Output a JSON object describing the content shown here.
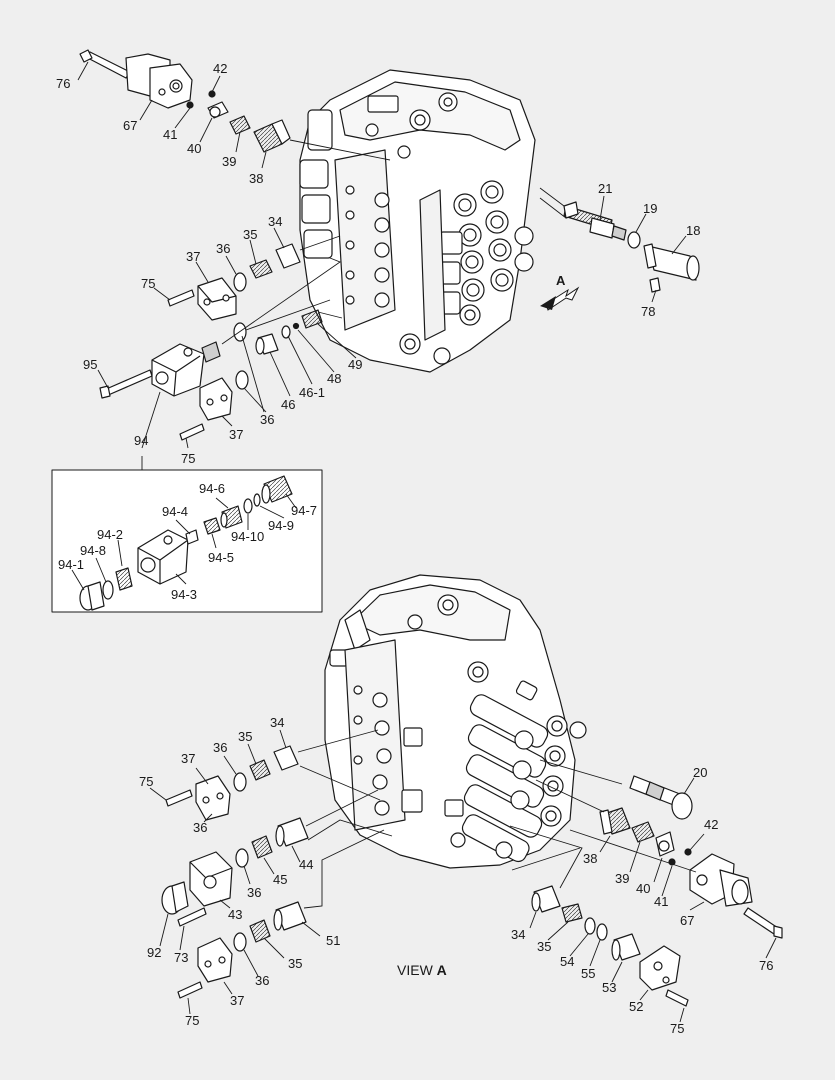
{
  "view_caption": {
    "text": "VIEW",
    "letter": "A"
  },
  "arrow_letter": "A",
  "colors": {
    "background": "#efefef",
    "line": "#1a1a1a",
    "part_fill": "#ffffff",
    "part_shade": "#cfcfcf"
  },
  "labels": {
    "l76a": "76",
    "l42a": "42",
    "l67a": "67",
    "l41a": "41",
    "l40a": "40",
    "l39a": "39",
    "l38a": "38",
    "l21": "21",
    "l19": "19",
    "l18": "18",
    "l78": "78",
    "l34a": "34",
    "l35a": "35",
    "l36a": "36",
    "l37a": "37",
    "l75a": "75",
    "l95": "95",
    "l49": "49",
    "l48": "48",
    "l461": "46-1",
    "l46": "46",
    "l36b": "36",
    "l94": "94",
    "l37b": "37",
    "l75b": "75",
    "l946": "94-6",
    "l947": "94-7",
    "l944": "94-4",
    "l942": "94-2",
    "l948": "94-8",
    "l941": "94-1",
    "l9410": "94-10",
    "l949": "94-9",
    "l945": "94-5",
    "l943": "94-3",
    "l34b": "34",
    "l35b": "35",
    "l36c": "36",
    "l37c": "37",
    "l75c": "75",
    "l36d": "36",
    "l20": "20",
    "l42b": "42",
    "l38b": "38",
    "l39b": "39",
    "l40b": "40",
    "l41b": "41",
    "l67b": "67",
    "l76b": "76",
    "l44": "44",
    "l45": "45",
    "l36e": "36",
    "l43": "43",
    "l92": "92",
    "l73": "73",
    "l51": "51",
    "l35c": "35",
    "l36f": "36",
    "l37d": "37",
    "l75d": "75",
    "l34c": "34",
    "l35d": "35",
    "l54": "54",
    "l55": "55",
    "l53": "53",
    "l52": "52",
    "l75e": "75"
  }
}
